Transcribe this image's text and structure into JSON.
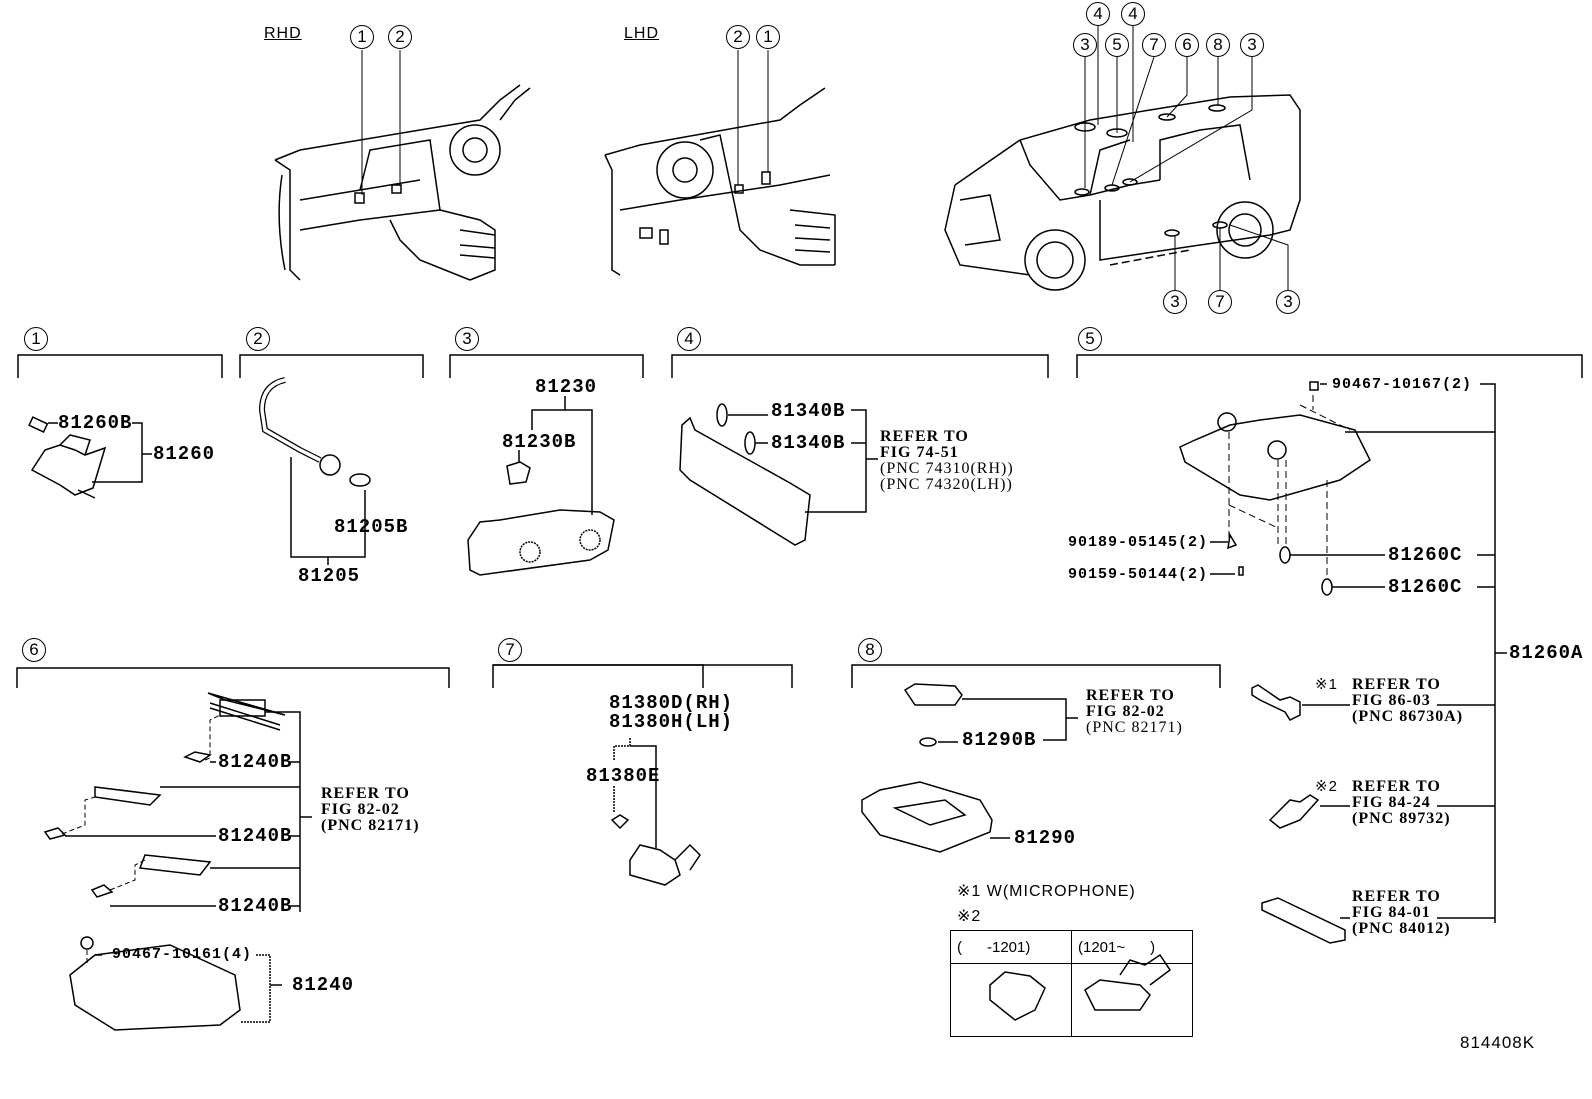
{
  "diagram": {
    "id_code": "814408K",
    "overview": {
      "rhd_label": "RHD",
      "lhd_label": "LHD",
      "rhd_callouts": [
        "1",
        "2"
      ],
      "lhd_callouts": [
        "2",
        "1"
      ],
      "vehicle_callouts_top": [
        "4",
        "4",
        "3",
        "5",
        "7",
        "6",
        "8",
        "3"
      ],
      "vehicle_callouts_bottom": [
        "3",
        "7",
        "3"
      ]
    },
    "sections": [
      {
        "num": "1",
        "parts": [
          {
            "pnc": "81260B"
          },
          {
            "pnc": "81260"
          }
        ]
      },
      {
        "num": "2",
        "parts": [
          {
            "pnc": "81205B"
          },
          {
            "pnc": "81205"
          }
        ]
      },
      {
        "num": "3",
        "parts": [
          {
            "pnc": "81230"
          },
          {
            "pnc": "81230B"
          }
        ]
      },
      {
        "num": "4",
        "parts": [
          {
            "pnc": "81340B"
          },
          {
            "pnc": "81340B"
          }
        ],
        "reference": [
          "REFER TO",
          "FIG 74-51",
          "(PNC 74310(RH))",
          "(PNC 74320(LH))"
        ]
      },
      {
        "num": "5",
        "parts": [
          {
            "pnc": "90467-10167(2)"
          },
          {
            "pnc": "90189-05145(2)"
          },
          {
            "pnc": "90159-50144(2)"
          },
          {
            "pnc": "81260C"
          },
          {
            "pnc": "81260C"
          },
          {
            "pnc": "81260A"
          }
        ],
        "references": [
          {
            "mark": "※1",
            "lines": [
              "REFER TO",
              "FIG 86-03",
              "(PNC 86730A)"
            ]
          },
          {
            "mark": "※2",
            "lines": [
              "REFER TO",
              "FIG 84-24",
              "(PNC 89732)"
            ]
          },
          {
            "mark": "",
            "lines": [
              "REFER TO",
              "FIG 84-01",
              "(PNC 84012)"
            ]
          }
        ]
      },
      {
        "num": "6",
        "parts": [
          {
            "pnc": "81240B"
          },
          {
            "pnc": "81240B"
          },
          {
            "pnc": "81240B"
          },
          {
            "pnc": "90467-10161(4)"
          },
          {
            "pnc": "81240"
          }
        ],
        "reference": [
          "REFER TO",
          "FIG 82-02",
          "(PNC 82171)"
        ]
      },
      {
        "num": "7",
        "parts": [
          {
            "pnc": "81380D(RH)"
          },
          {
            "pnc": "81380H(LH)"
          },
          {
            "pnc": "81380E"
          }
        ]
      },
      {
        "num": "8",
        "parts": [
          {
            "pnc": "81290B"
          },
          {
            "pnc": "81290"
          }
        ],
        "reference": [
          "REFER TO",
          "FIG 82-02",
          "(PNC 82171)"
        ]
      }
    ],
    "notes": {
      "note1": "※1 W(MICROPHONE)",
      "note2": "※2",
      "table_headers": [
        "(      -1201)",
        "(1201~      )"
      ]
    }
  }
}
